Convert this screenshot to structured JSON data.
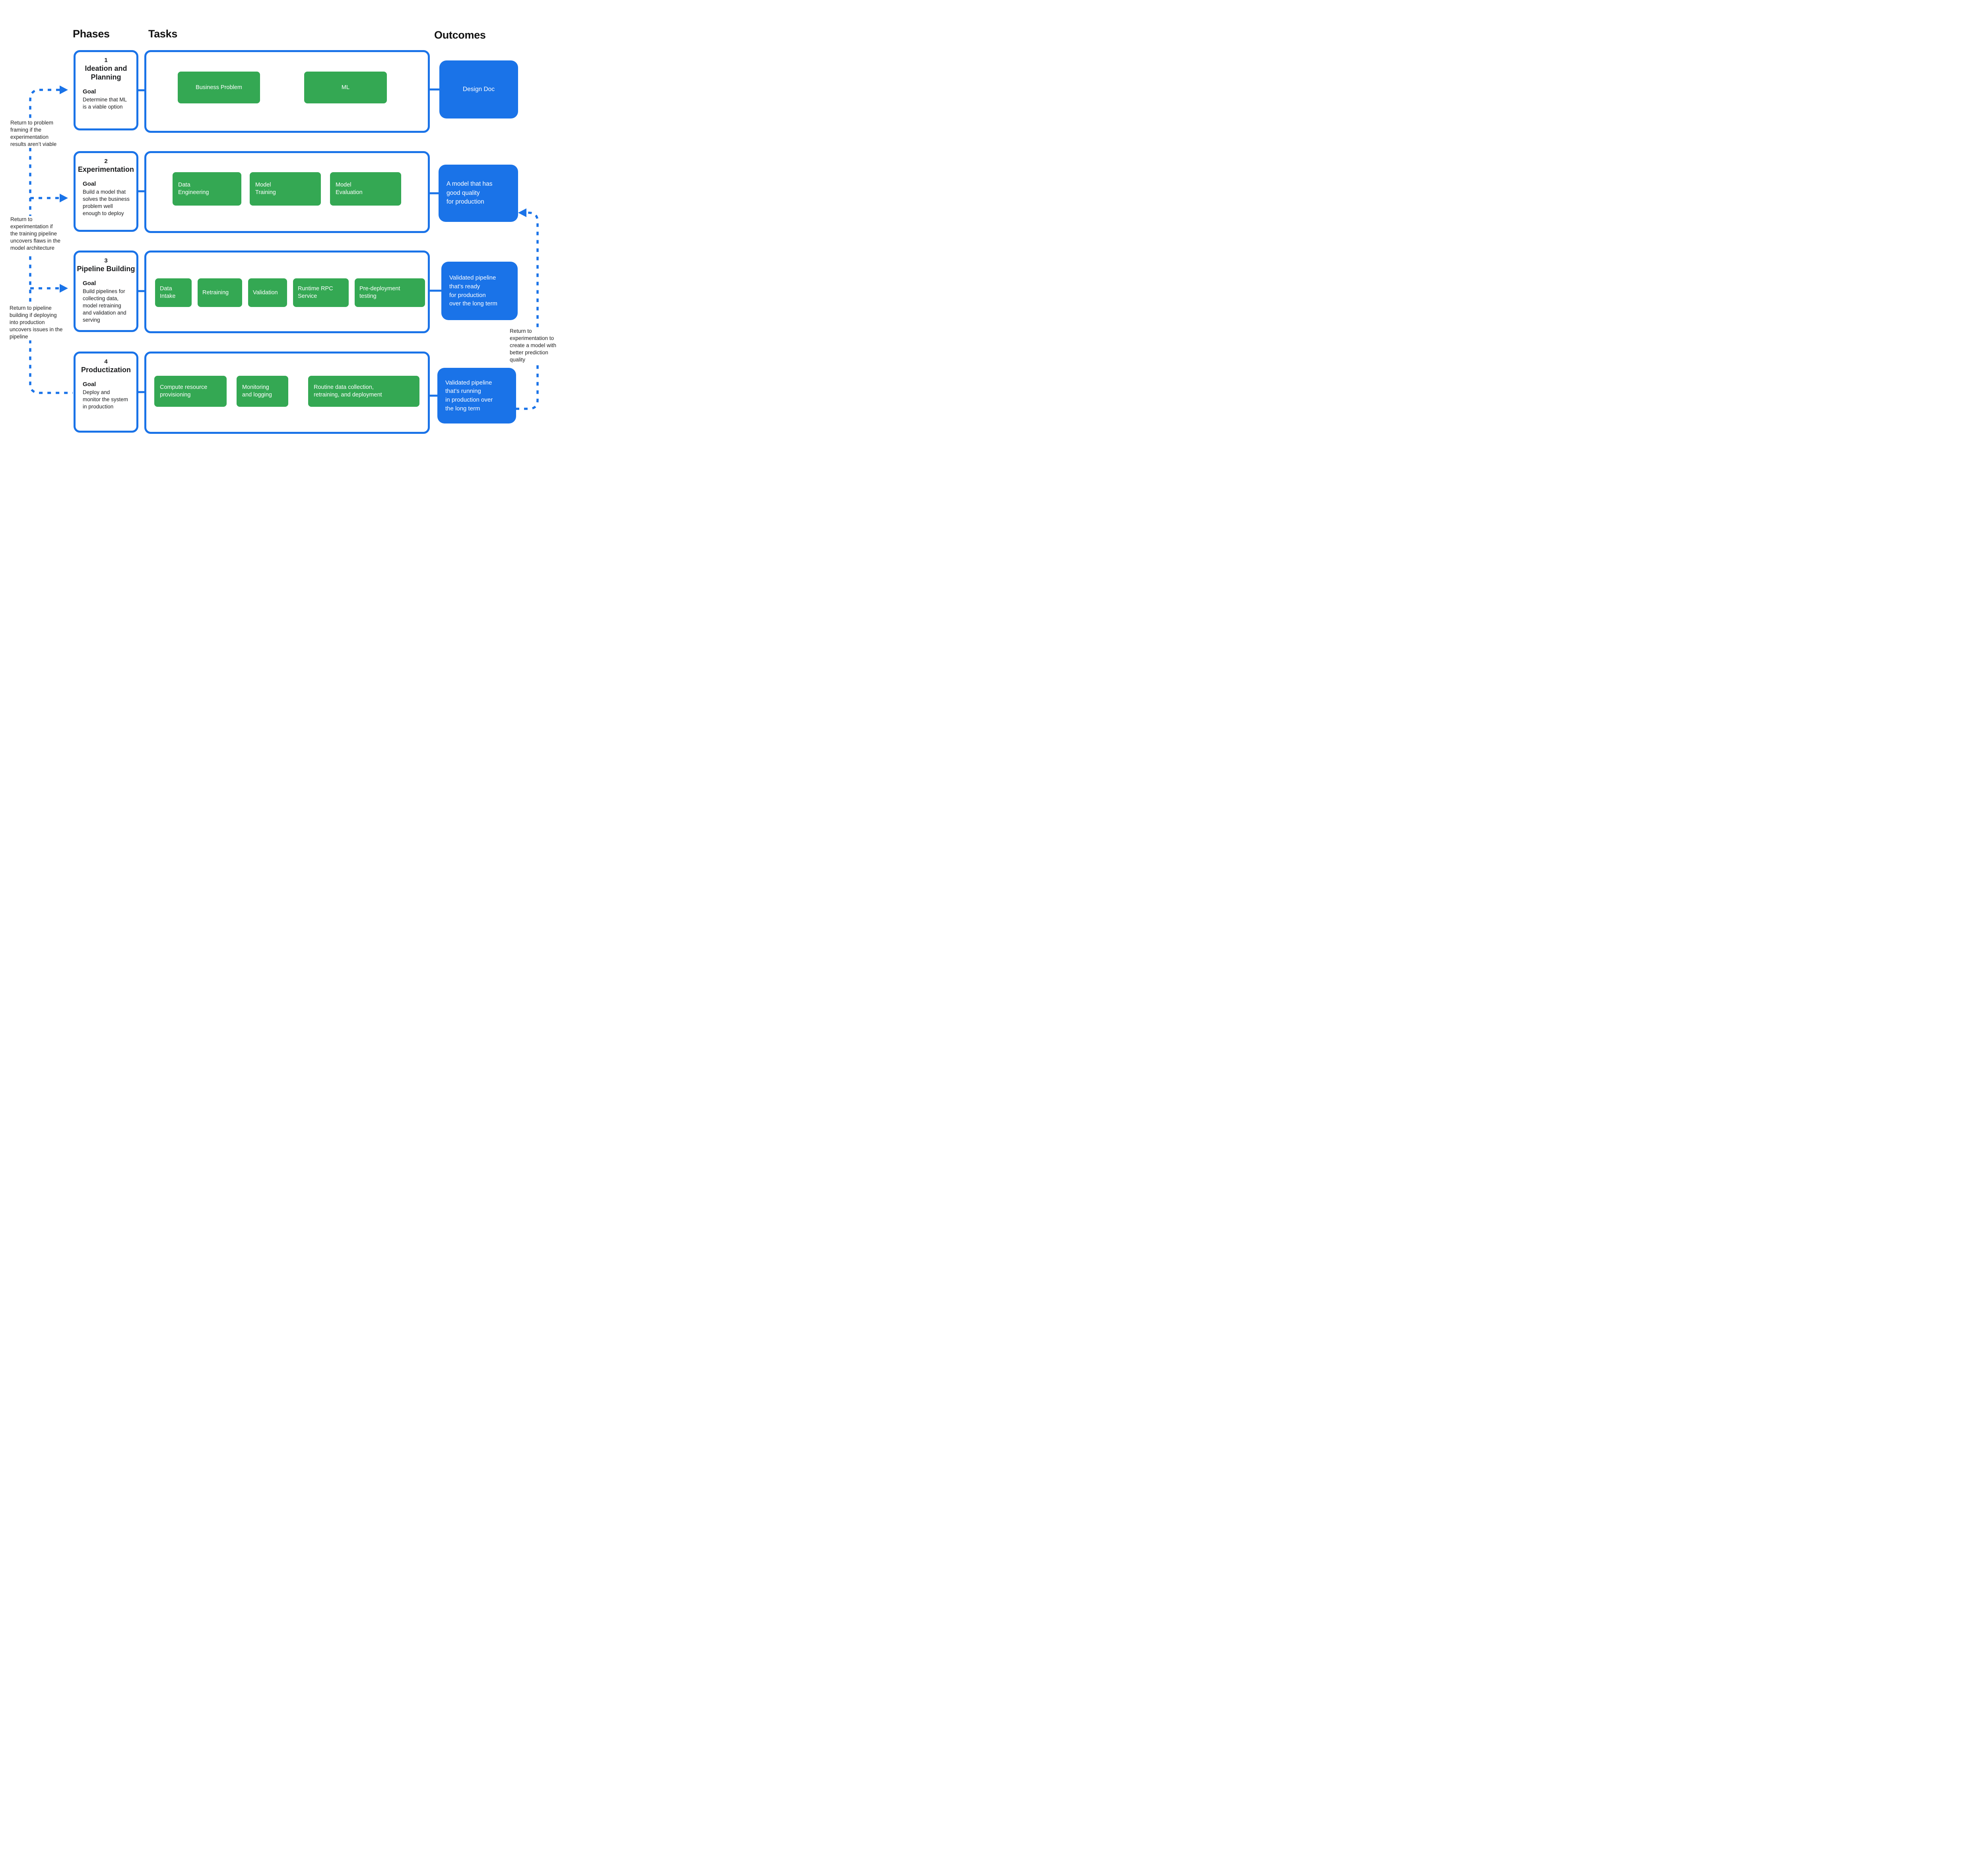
{
  "headers": {
    "phases": "Phases",
    "tasks": "Tasks",
    "outcomes": "Outcomes"
  },
  "colors": {
    "blue": "#1A73E8",
    "green": "#34A853",
    "text": "#1b1c1e",
    "background": "#ffffff"
  },
  "phases": [
    {
      "number": "1",
      "title": "Ideation and\nPlanning",
      "goal_label": "Goal",
      "goal": "Determine that ML\nis a viable option",
      "tasks": [
        "Business Problem",
        "ML"
      ],
      "outcome": "Design Doc"
    },
    {
      "number": "2",
      "title": "Experimentation",
      "goal_label": "Goal",
      "goal": "Build a model that\nsolves the business\nproblem well\nenough to deploy",
      "tasks": [
        "Data\nEngineering",
        "Model\nTraining",
        "Model\nEvaluation"
      ],
      "outcome": "A model that has\ngood quality\nfor production"
    },
    {
      "number": "3",
      "title": "Pipeline Building",
      "goal_label": "Goal",
      "goal": "Build pipelines for\ncollecting data,\nmodel retraining\nand validation and\nserving",
      "tasks": [
        "Data\nIntake",
        "Retraining",
        "Validation",
        "Runtime RPC\nService",
        "Pre-deployment\ntesting"
      ],
      "outcome": "Validated pipeline\nthat’s ready\nfor production\nover the long term"
    },
    {
      "number": "4",
      "title": "Productization",
      "goal_label": "Goal",
      "goal": "Deploy and\nmonitor the system\nin production",
      "tasks": [
        "Compute resource\nprovisioning",
        "Monitoring\nand logging",
        "Routine data collection,\nretraining, and deployment"
      ],
      "outcome": "Validated pipeline\nthat’s running\nin production over\nthe long term"
    }
  ],
  "annotations": {
    "left": [
      "Return to problem\nframing if the\nexperimentation\nresults aren’t viable",
      "Return to\nexperimentation if\nthe training pipeline\nuncovers flaws in the\nmodel architecture",
      "Return to pipeline\nbuilding if deploying\ninto production\nuncovers issues in the\npipeline"
    ],
    "right": "Return to\nexperimentation to\ncreate a model with\nbetter prediction\nquality"
  }
}
